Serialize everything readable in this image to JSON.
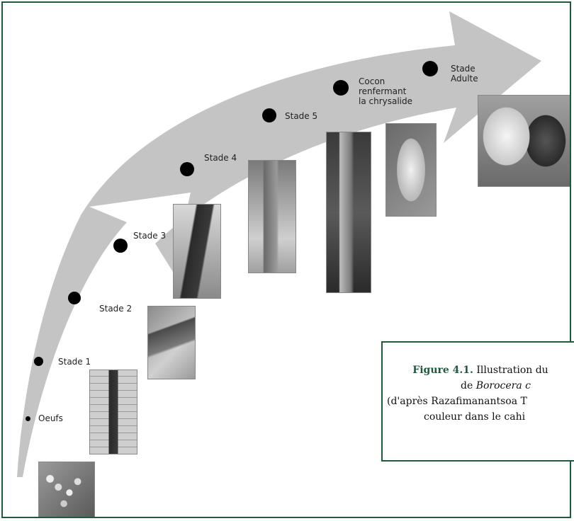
{
  "stages": [
    {
      "label": "Oeufs",
      "icon": "egg-cluster-photo"
    },
    {
      "label": "Stade 1",
      "icon": "larva-stage-1-photo"
    },
    {
      "label": "Stade 2",
      "icon": "larva-stage-2-photo"
    },
    {
      "label": "Stade 3",
      "icon": "larva-stage-3-photo"
    },
    {
      "label": "Stade 4",
      "icon": "larva-stage-4-photo"
    },
    {
      "label": "Stade 5",
      "icon": "larva-stage-5-photo"
    },
    {
      "label": "Cocon\nrenfermant\nla chrysalide",
      "icon": "cocoon-photo"
    },
    {
      "label": "Stade\nAdulte",
      "icon": "adult-moth-photo"
    }
  ],
  "caption": {
    "figure_label": "Figure 4.1.",
    "line1": " Illustration du",
    "line2_prefix": "de ",
    "line2_italic": "Borocera c",
    "line3": "(d'après Razafimanantsoa T",
    "line4": "couleur dans le cahi"
  },
  "colors": {
    "border": "#1f5a3c",
    "arrow": "#c4c4c4"
  }
}
